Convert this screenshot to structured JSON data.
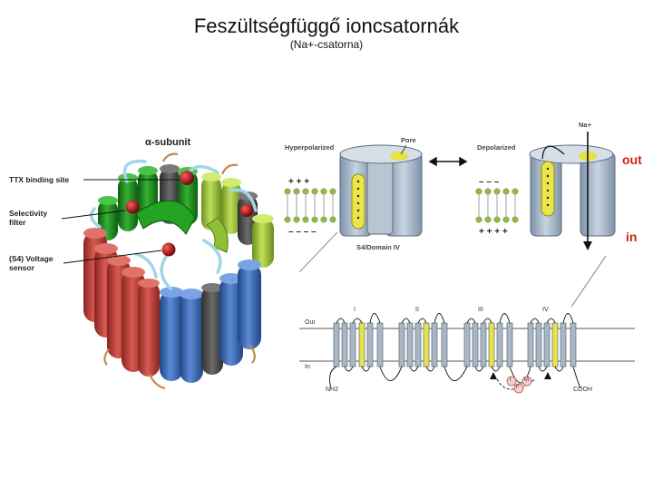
{
  "title": "Feszültségfüggő ioncsatornák",
  "subtitle": "(Na+-csatorna)",
  "left_panel": {
    "alpha_subunit": "α-subunit",
    "ttx_site": "TTX binding site",
    "selectivity_filter": "Selectivity filter",
    "voltage_sensor": "(S4) Voltage sensor"
  },
  "right_panel": {
    "hyperpolarized": "Hyperpolarized",
    "depolarized": "Depolarized",
    "pore": "Pore",
    "na_plus": "Na+",
    "s4_domain": "S4/Domain IV",
    "out": "out",
    "in": "in"
  },
  "topology": {
    "out_label": "Out",
    "in_label": "In",
    "domains": [
      "I",
      "II",
      "III",
      "IV"
    ],
    "nh2": "NH2",
    "cooh": "COOH",
    "ifm": [
      "I",
      "F",
      "M"
    ]
  },
  "colors": {
    "domain_green": "#2a9a2a",
    "domain_lime": "#9cc83a",
    "domain_red": "#c8443e",
    "domain_blue": "#3a6fc0",
    "s4_yellow": "#e8e24a",
    "helix_grey": "#a9b7c4",
    "out_in_red": "#d2230f"
  }
}
